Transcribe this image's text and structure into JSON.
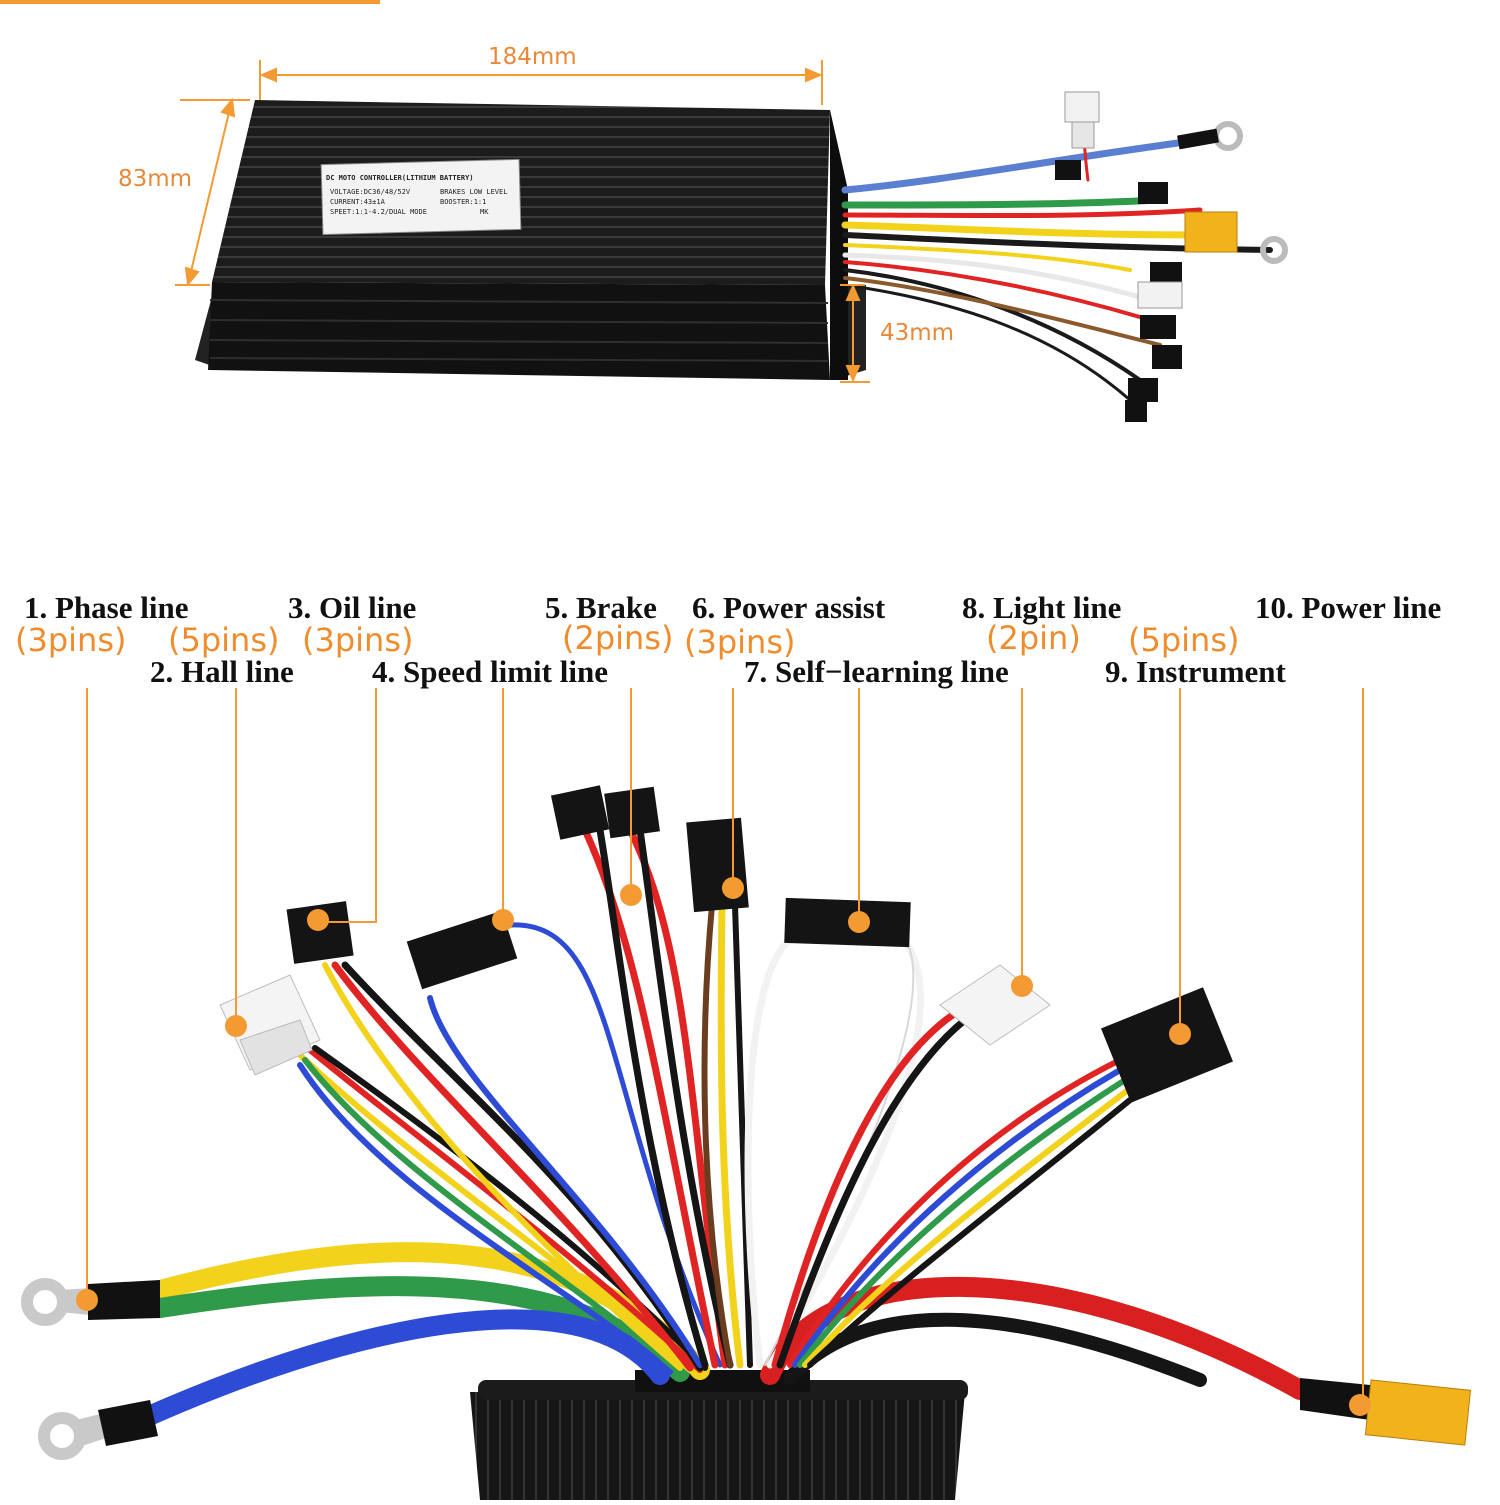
{
  "dimensions": {
    "width": "184mm",
    "height": "83mm",
    "depth": "43mm"
  },
  "controller_label": {
    "title": "DC MOTO CONTROLLER(LITHIUM BATTERY)",
    "lines": [
      "VOLTAGE:DC36/48/52V",
      "CURRENT:43±1A",
      "SPEET:1:1-4.2/DUAL MODE",
      "BRAKES LOW LEVEL",
      "BOOSTER:1:1",
      "MK"
    ]
  },
  "labels": [
    {
      "num": "1.",
      "text": "Phase line"
    },
    {
      "num": "2.",
      "text": "Hall line"
    },
    {
      "num": "3.",
      "text": "Oil line"
    },
    {
      "num": "4.",
      "text": "Speed limit line"
    },
    {
      "num": "5.",
      "text": "Brake"
    },
    {
      "num": "6.",
      "text": "Power assist"
    },
    {
      "num": "7.",
      "text": "Self−learning line"
    },
    {
      "num": "8.",
      "text": "Light line"
    },
    {
      "num": "9.",
      "text": "Instrument"
    },
    {
      "num": "10.",
      "text": "Power line"
    }
  ],
  "pins": [
    "(3pins)",
    "(5pins)",
    "(3pins)",
    "(2pins)",
    "(3pins)",
    "(2pin)",
    "(5pins)"
  ],
  "colors": {
    "accent_orange": "#f39a32",
    "housing": "#1b1b1b",
    "wire_red": "#e02424",
    "wire_yellow": "#f2d21b",
    "wire_green": "#2f9a4a",
    "wire_blue": "#2e4bd6",
    "wire_black": "#151515",
    "wire_white": "#f2f2f2",
    "xt60_yellow": "#f2b21c"
  }
}
